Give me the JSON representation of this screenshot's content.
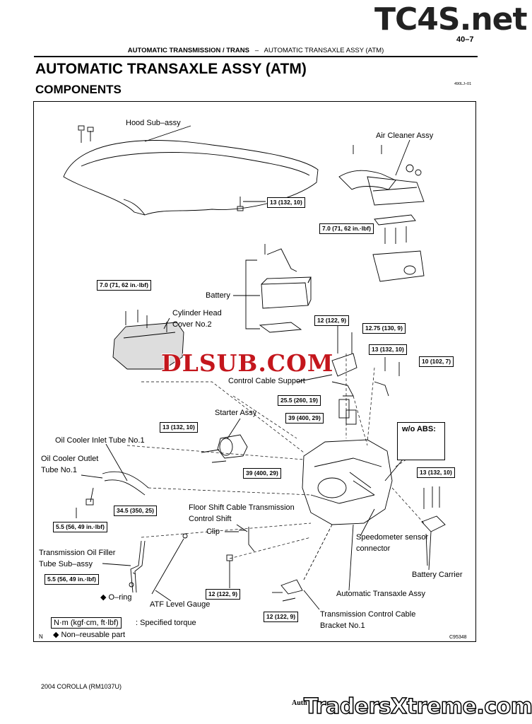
{
  "watermarks": {
    "top": "TC4S.net",
    "middle": "DLSUB.COM",
    "bottom": "TradersXtreme.com",
    "bottom_fragment": "Auth"
  },
  "header": {
    "page_number": "40–7",
    "section": "AUTOMATIC TRANSMISSION / TRANS",
    "separator": "–",
    "subsection": "AUTOMATIC TRANSAXLE ASSY (ATM)"
  },
  "title": "AUTOMATIC TRANSAXLE ASSY (ATM)",
  "subtitle": "COMPONENTS",
  "ref_code": "490LJ–01",
  "figure_code": "C95348",
  "corner_mark": "N",
  "labels": {
    "hood": "Hood Sub–assy",
    "air_cleaner": "Air Cleaner Assy",
    "battery": "Battery",
    "cyl_head_cover_1": "Cylinder Head",
    "cyl_head_cover_2": "Cover No.2",
    "control_cable_support": "Control Cable Support",
    "starter": "Starter Assy",
    "oil_cooler_inlet": "Oil Cooler Inlet Tube No.1",
    "oil_cooler_outlet_1": "Oil Cooler Outlet",
    "oil_cooler_outlet_2": "Tube No.1",
    "floor_shift_1": "Floor Shift Cable Transmission",
    "floor_shift_2": "Control Shift",
    "clip": "Clip",
    "speedometer_1": "Speedometer sensor",
    "speedometer_2": "connector",
    "oil_filler_1": "Transmission Oil Filler",
    "oil_filler_2": "Tube Sub–assy",
    "battery_carrier": "Battery Carrier",
    "o_ring": "O–ring",
    "atf_gauge": "ATF Level Gauge",
    "transaxle": "Automatic Transaxle Assy",
    "tcc_bracket_1": "Transmission Control Cable",
    "tcc_bracket_2": "Bracket No.1",
    "wo_abs": "w/o ABS:"
  },
  "torques": {
    "hood": "13 (132, 10)",
    "air_cleaner": "7.0 (71, 62 in.·lbf)",
    "cyl_head": "7.0 (71, 62 in.·lbf)",
    "t12_battery": "12 (122, 9)",
    "t1275": "12.75 (130, 9)",
    "t13_cable": "13 (132, 10)",
    "t10": "10 (102, 7)",
    "t255": "25.5 (260, 19)",
    "t39_upper": "39 (400, 29)",
    "t13_starter": "13 (132, 10)",
    "t39_starter": "39 (400, 29)",
    "t13_carrier": "13 (132, 10)",
    "t345": "34.5 (350, 25)",
    "t55_cooler": "5.5 (56, 49 in.·lbf)",
    "t55_filler": "5.5 (56, 49 in.·lbf)",
    "t12_clip": "12 (122, 9)",
    "t12_bracket": "12 (122, 9)"
  },
  "legend": {
    "torque_units": "N·m (kgf·cm, ft·lbf)",
    "torque_desc": ": Specified torque",
    "o_ring_symbol": "◆",
    "non_reusable": "Non–reusable part",
    "non_reusable_symbol": "◆"
  },
  "footer": "2004 COROLLA   (RM1037U)"
}
